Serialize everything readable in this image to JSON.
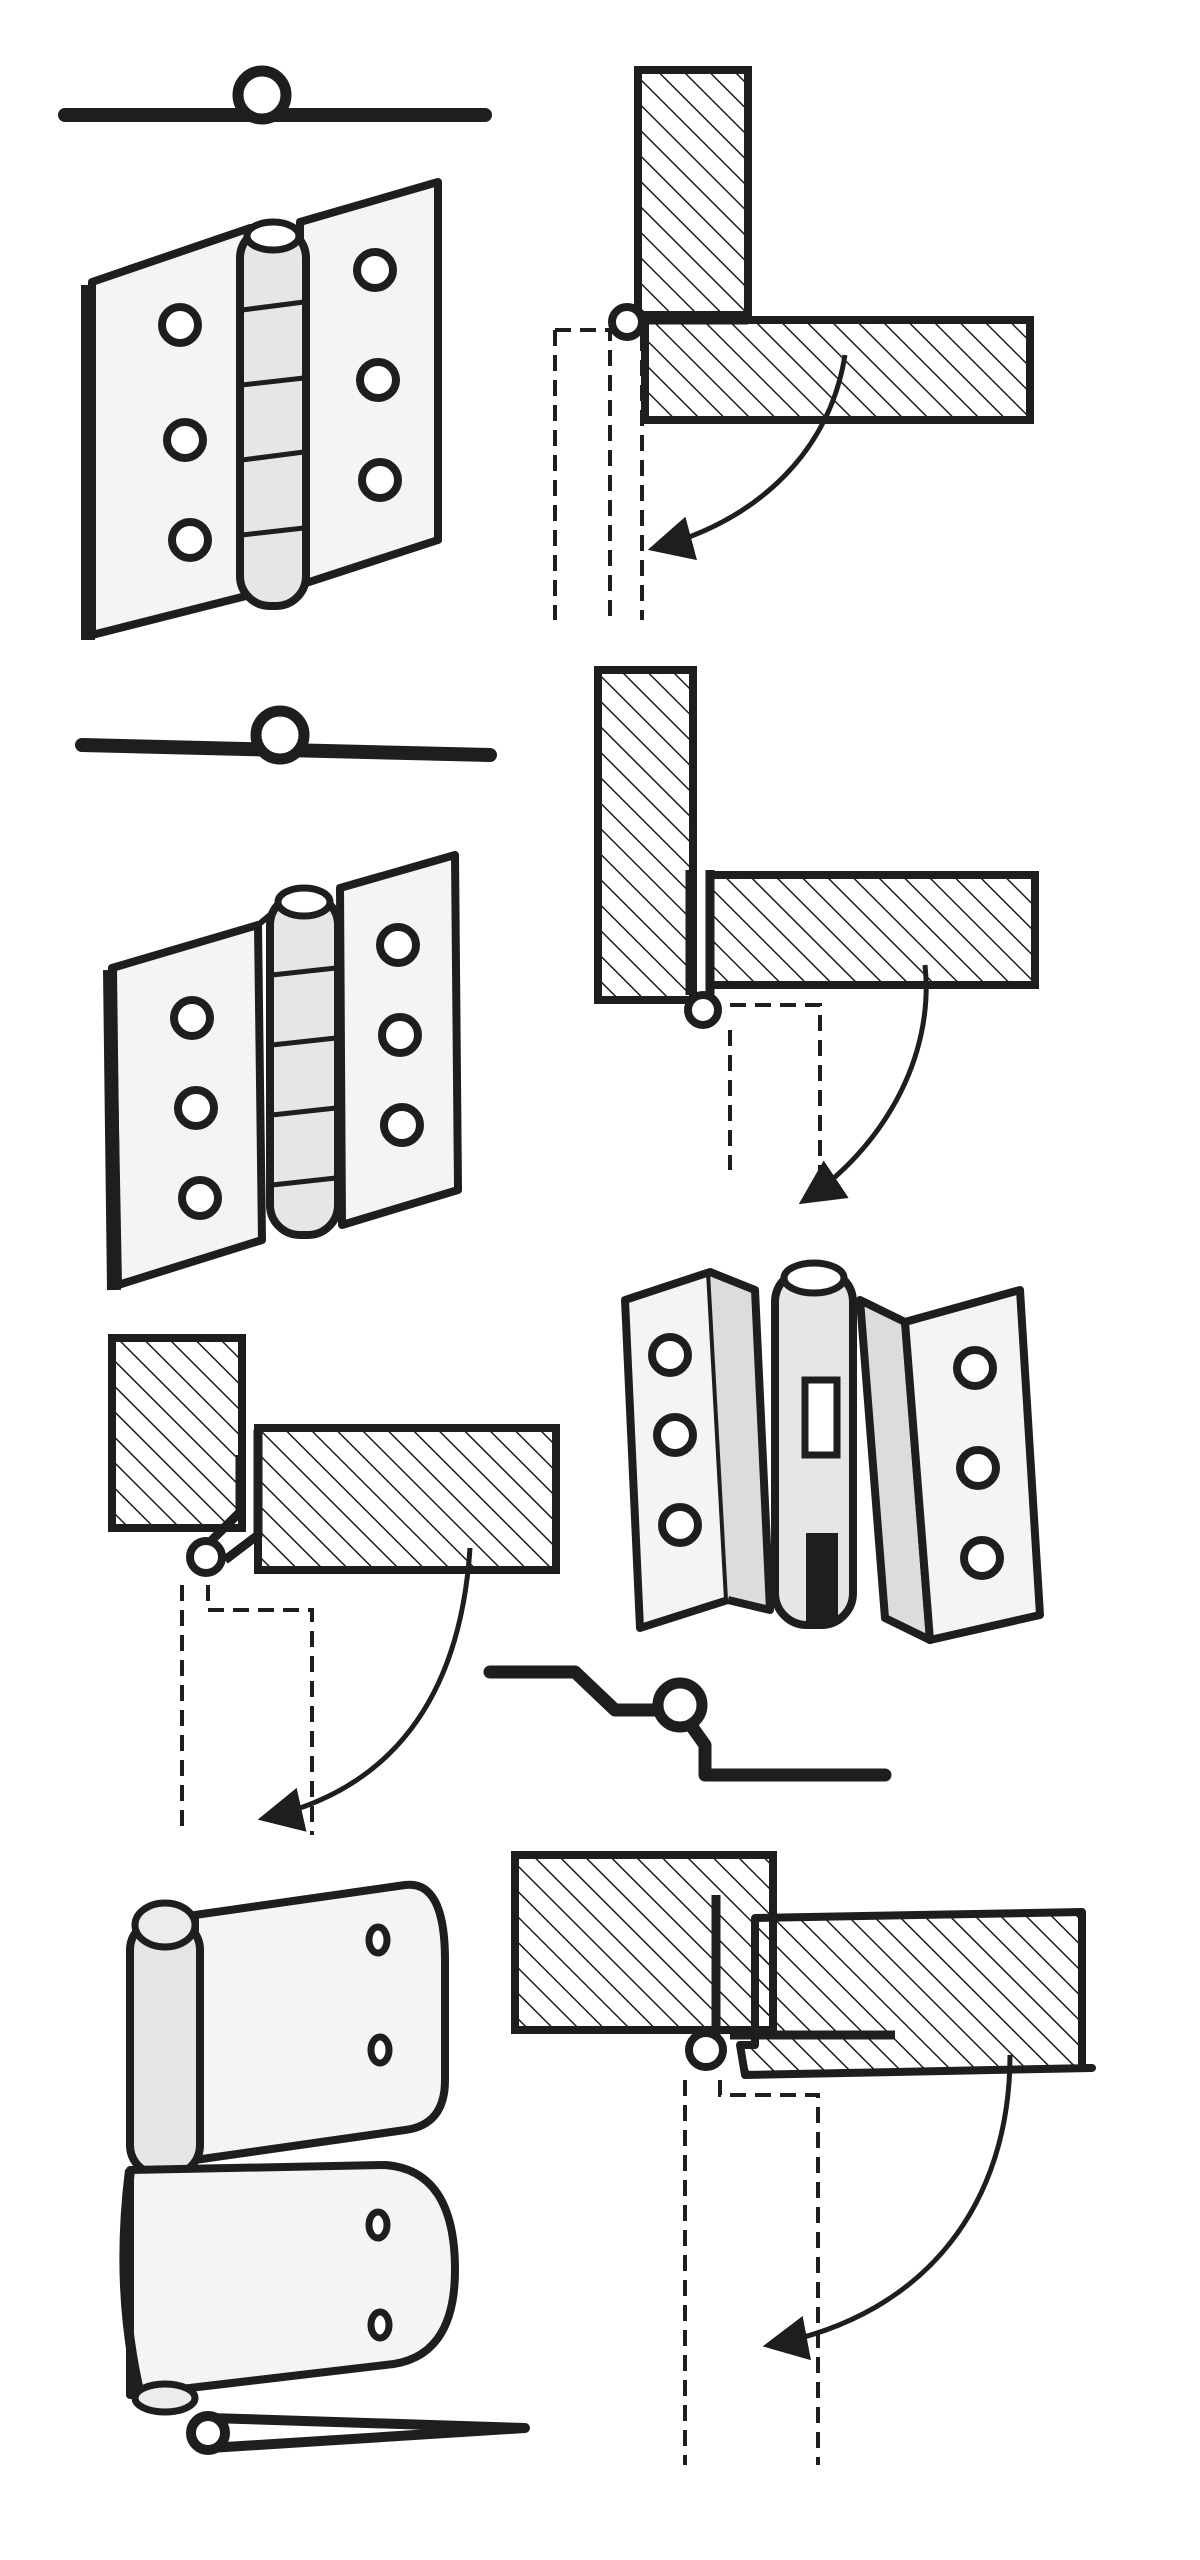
{
  "diagram": {
    "kind": "hinge-types-illustration",
    "hinge_types": [
      {
        "id": "butt-hinge-flush",
        "parts": [
          "profile",
          "leaf-view",
          "mounting-section"
        ]
      },
      {
        "id": "butt-hinge-recessed",
        "parts": [
          "profile",
          "leaf-view",
          "mounting-section"
        ]
      },
      {
        "id": "cranked-hinge",
        "parts": [
          "profile",
          "leaf-view",
          "mounting-section"
        ]
      },
      {
        "id": "lift-off-hinge-with-pin",
        "parts": [
          "profile",
          "leaf-view",
          "mounting-section"
        ]
      }
    ],
    "colors": {
      "ink": "#1e1e1e",
      "paper": "#ffffff",
      "shade": "#d9d9d9"
    }
  }
}
